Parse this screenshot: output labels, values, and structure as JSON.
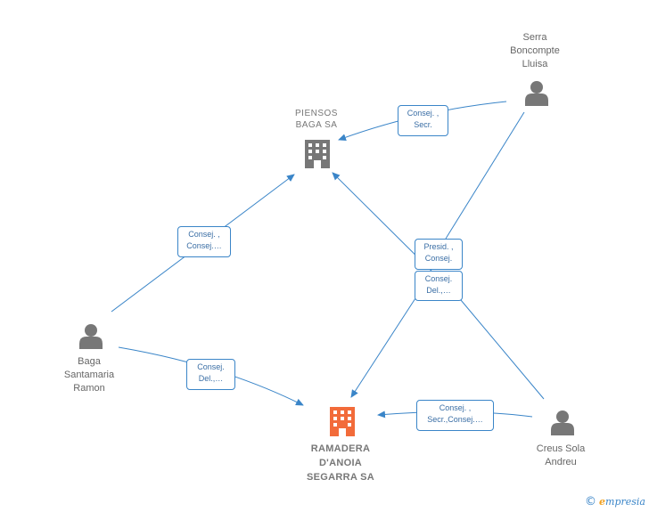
{
  "nodes": {
    "piensos": {
      "label": "PIENSOS\nBAGA SA"
    },
    "ramadera": {
      "label": "RAMADERA\nD'ANOIA\nSEGARRA SA"
    },
    "serra": {
      "label": "Serra\nBoncompte\nLluisa"
    },
    "baga": {
      "label": "Baga\nSantamaria\nRamon"
    },
    "creus": {
      "label": "Creus Sola\nAndreu"
    }
  },
  "edges": {
    "serra_piensos": "Consej. ,\nSecr.",
    "baga_piensos": "Consej. ,\nConsej.…",
    "presid": "Presid. ,\nConsej.",
    "consej_del_mid": "Consej.\nDel.,…",
    "baga_ramadera": "Consej.\nDel.,…",
    "creus_ramadera": "Consej. ,\nSecr.,Consej.…"
  },
  "footer": {
    "copyright": "©",
    "brand_e": "e",
    "brand_rest": "mpresia"
  },
  "colors": {
    "edge": "#3a85c8",
    "person": "#777777",
    "company_main": "#f26b3a",
    "company": "#777777"
  }
}
